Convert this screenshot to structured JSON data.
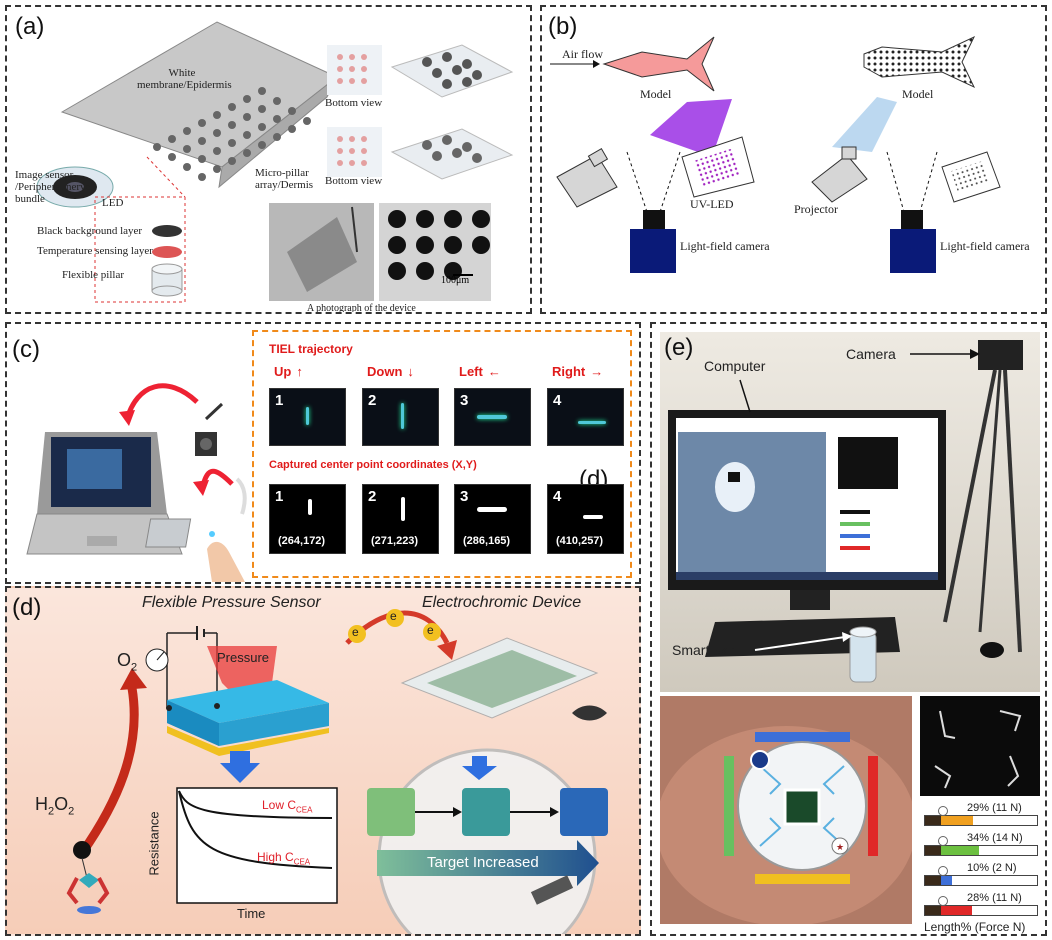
{
  "panel_a": {
    "label": "(a)",
    "membrane": "White membrane/Epidermis",
    "image_sensor": "Image sensor /Peripheral nerve bundle",
    "led": "LED",
    "micro_pillar": "Micro-pillar array/Dermis",
    "bottom_view_1": "Bottom view",
    "bottom_view_2": "Bottom view",
    "black_bg": "Black background layer",
    "temp_layer": "Temperature sensing layer",
    "flex_pillar": "Flexible pillar",
    "scale": "100μm",
    "photo_caption": "A photograph of the device"
  },
  "panel_b": {
    "label": "(b)",
    "air_flow": "Air flow",
    "model_left": "Model",
    "model_right": "Model",
    "uv_led": "UV-LED",
    "projector": "Projector",
    "camera_left": "Light-field camera",
    "camera_right": "Light-field camera"
  },
  "panel_c": {
    "label": "(c)",
    "overlap_label": "(d)",
    "traj_title": "TIEL trajectory",
    "dirs": [
      "Up",
      "Down",
      "Left",
      "Right"
    ],
    "arrows": [
      "↑",
      "↓",
      "←",
      "→"
    ],
    "nums": [
      "1",
      "2",
      "3",
      "4"
    ],
    "coord_title": "Captured center point coordinates  (X,Y)",
    "coords": [
      "(264,172)",
      "(271,223)",
      "(286,165)",
      "(410,257)"
    ]
  },
  "panel_d": {
    "label": "(d)",
    "flex_title": "Flexible Pressure Sensor",
    "ec_title": "Electrochromic Device",
    "pressure": "Pressure",
    "o2": "O",
    "o2_sub": "2",
    "h2o2": "H",
    "h2o2_sub1": "2",
    "h2o2_o": "O",
    "h2o2_sub2": "2",
    "electron": "e",
    "low": "Low C",
    "high": "High C",
    "cea": "CEA",
    "resistance": "Resistance",
    "time": "Time",
    "target": "Target Increased"
  },
  "panel_e": {
    "label": "(e)",
    "computer": "Computer",
    "camera": "Camera",
    "smart_skin": "Smart skin",
    "bars": [
      {
        "text": "29% (11 N)",
        "color": "#f0a020",
        "frac": 0.29
      },
      {
        "text": "34% (14 N)",
        "color": "#6cc040",
        "frac": 0.34
      },
      {
        "text": "10% (2 N)",
        "color": "#3d6fd8",
        "frac": 0.1
      },
      {
        "text": "28% (11 N)",
        "color": "#e02828",
        "frac": 0.28
      }
    ],
    "legend": "Length% (Force N)"
  }
}
